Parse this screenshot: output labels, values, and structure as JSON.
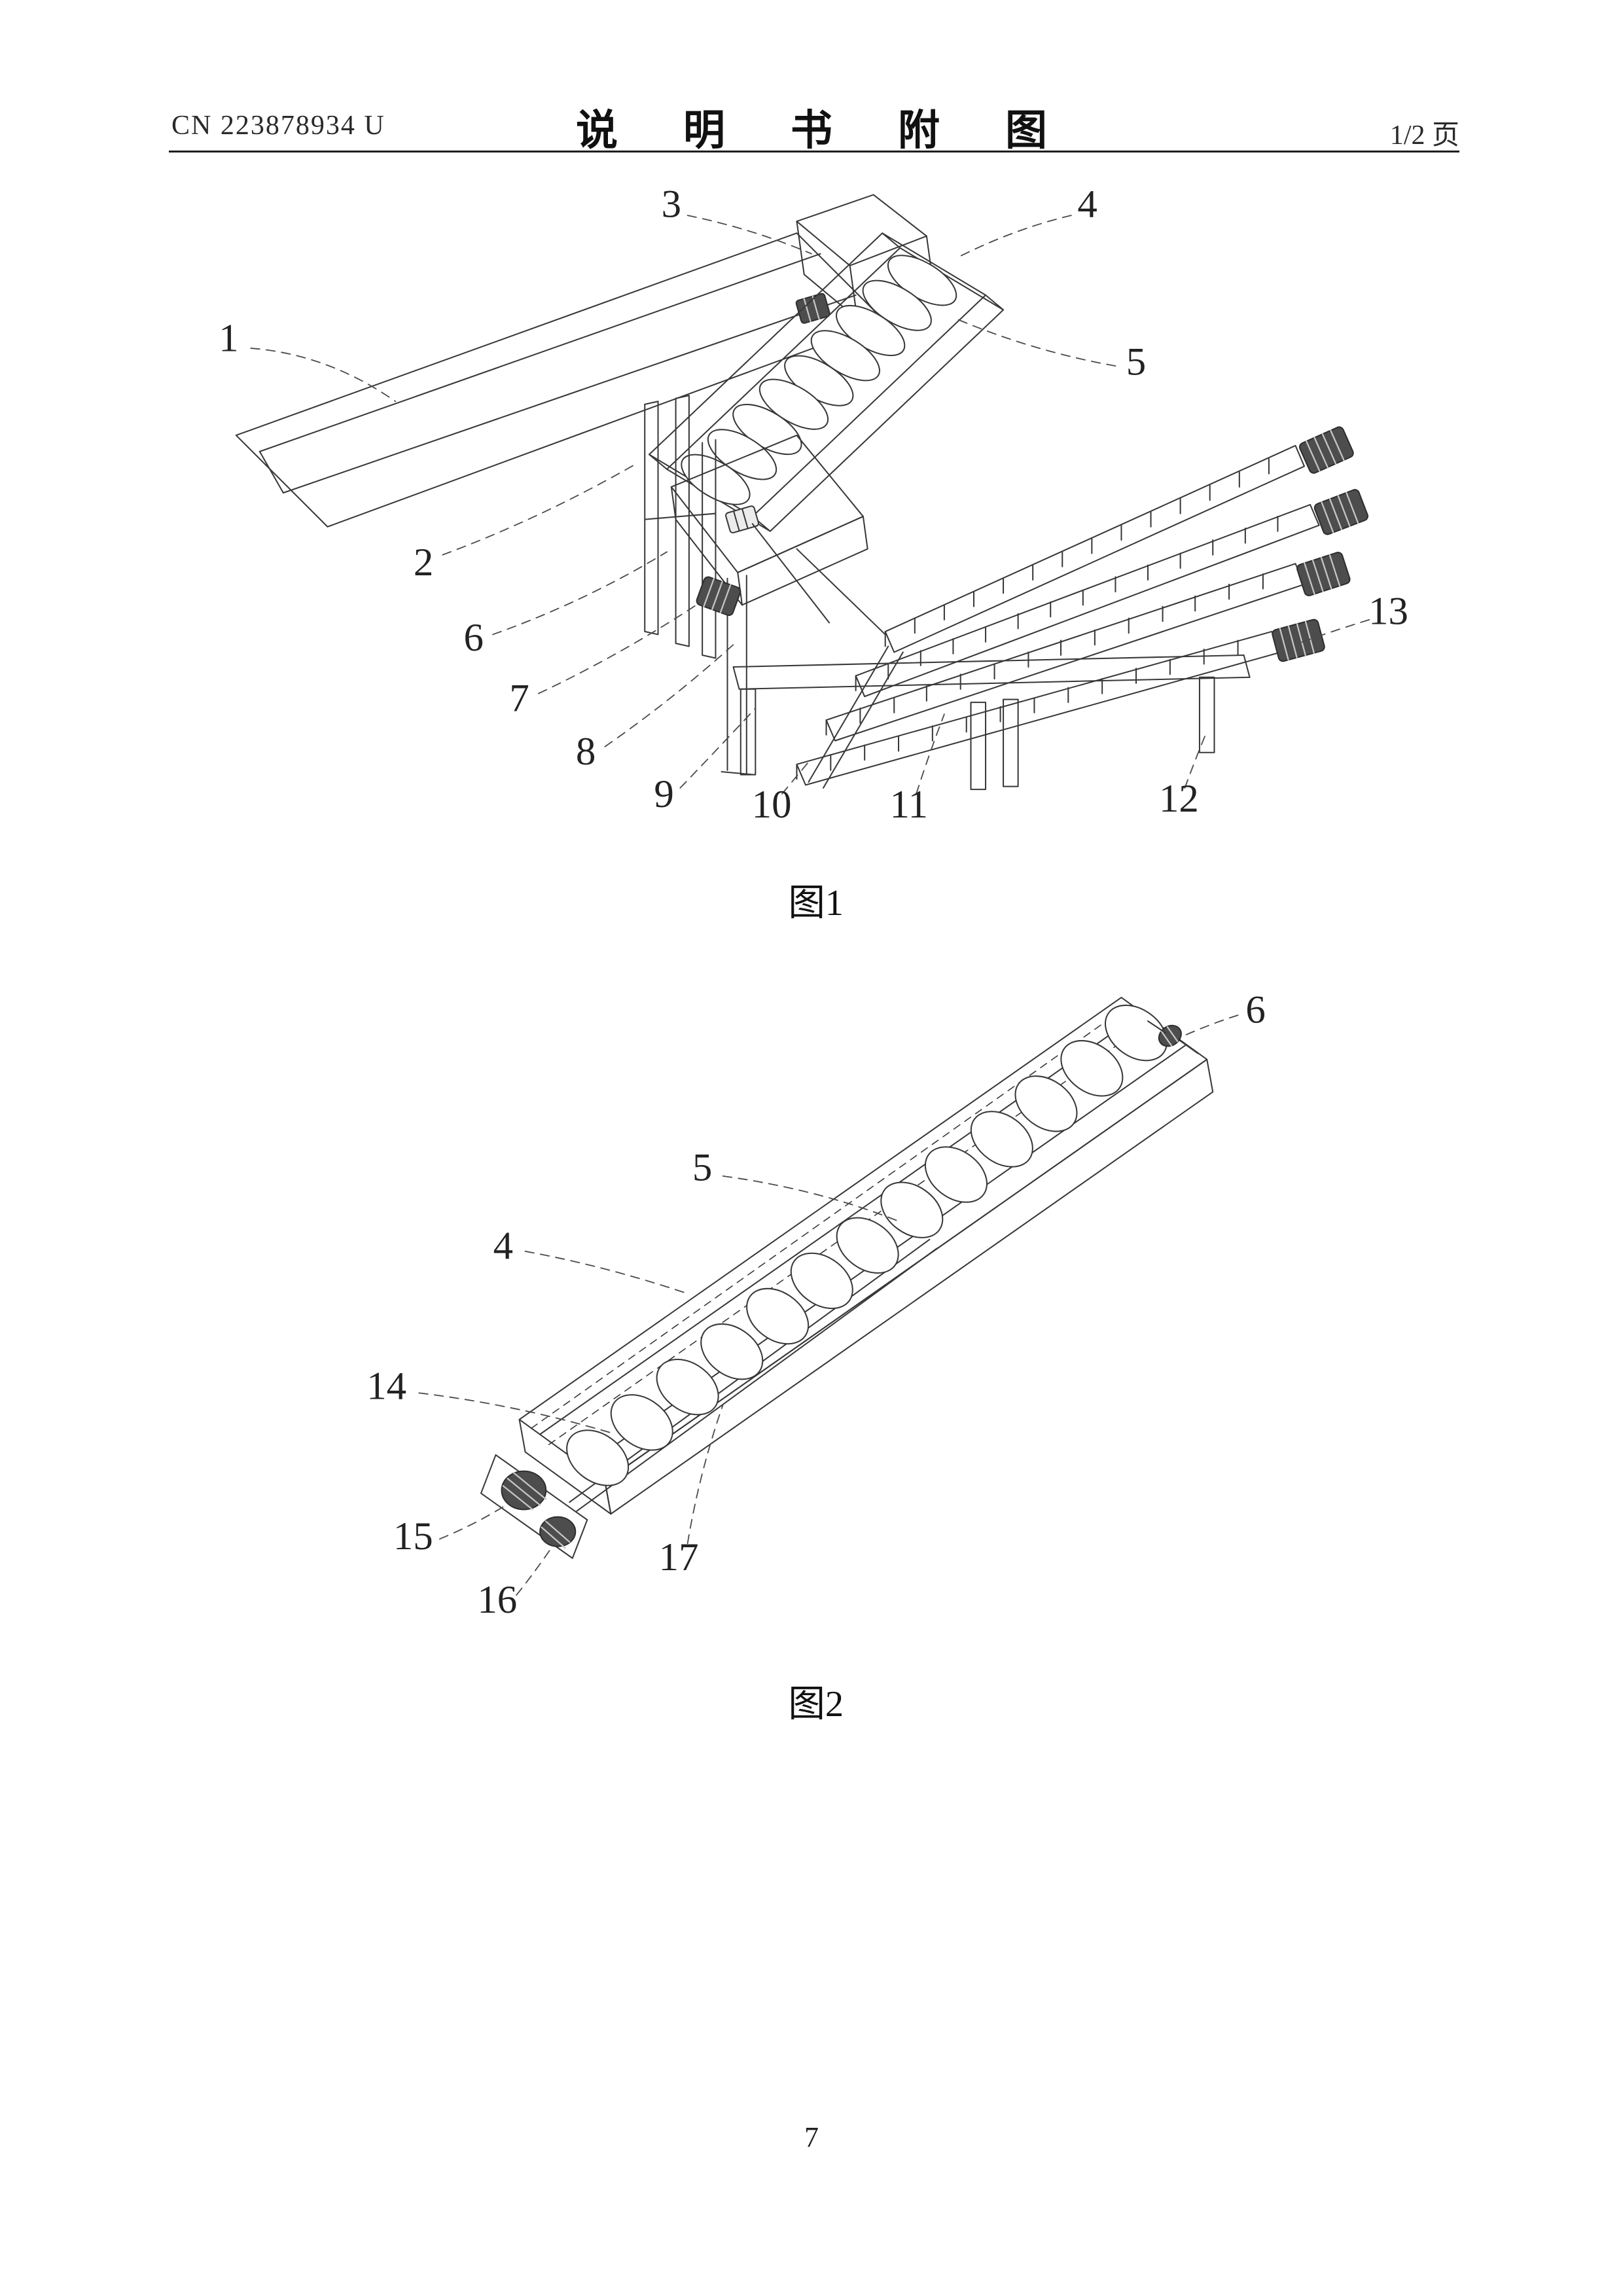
{
  "header": {
    "doc_number": "CN 223878934 U",
    "title": "说 明 书 附 图",
    "page_indicator": "1/2 页"
  },
  "footer": {
    "page_number": "7"
  },
  "figure1": {
    "caption": "图1",
    "labels": {
      "n1": "1",
      "n2": "2",
      "n3": "3",
      "n4": "4",
      "n5": "5",
      "n6": "6",
      "n7": "7",
      "n8": "8",
      "n9": "9",
      "n10": "10",
      "n11": "11",
      "n12": "12",
      "n13": "13"
    }
  },
  "figure2": {
    "caption": "图2",
    "labels": {
      "n4": "4",
      "n5": "5",
      "n6": "6",
      "n14": "14",
      "n15": "15",
      "n16": "16",
      "n17": "17"
    }
  },
  "colors": {
    "line": "#383838",
    "text": "#1c1c1c"
  }
}
